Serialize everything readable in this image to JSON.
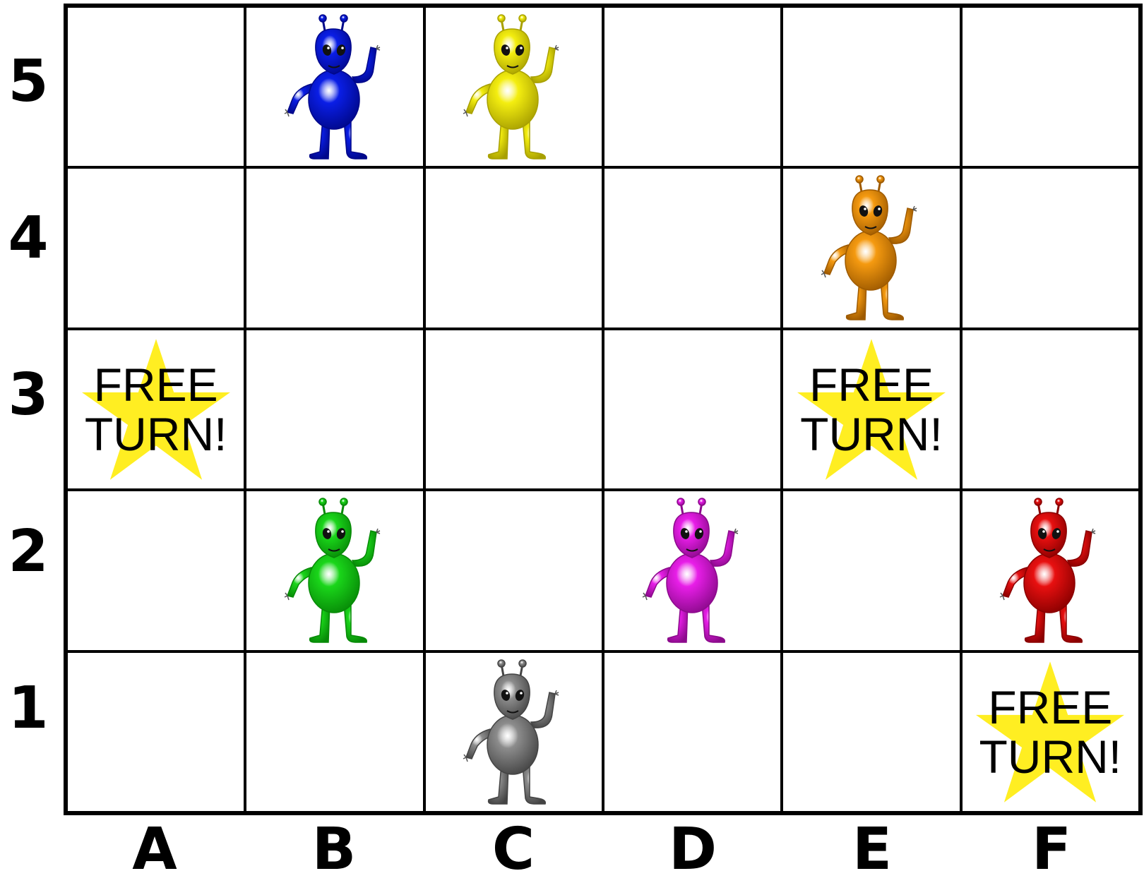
{
  "rows": [
    "5",
    "4",
    "3",
    "2",
    "1"
  ],
  "columns": [
    "A",
    "B",
    "C",
    "D",
    "E",
    "F"
  ],
  "free_turn": {
    "line1": "FREE",
    "line2": "TURN!"
  },
  "star_color": "#ffee22",
  "free_turn_cells": [
    "A3",
    "E3",
    "F1"
  ],
  "aliens": [
    {
      "cell": "B5",
      "color": "blue",
      "hex": "#0a1ee6",
      "dark": "#00088a"
    },
    {
      "cell": "C5",
      "color": "yellow",
      "hex": "#f4ee10",
      "dark": "#a8a000"
    },
    {
      "cell": "E4",
      "color": "orange",
      "hex": "#f59a10",
      "dark": "#9e5a00"
    },
    {
      "cell": "B2",
      "color": "green",
      "hex": "#1ad61a",
      "dark": "#078a07"
    },
    {
      "cell": "D2",
      "color": "magenta",
      "hex": "#e81ee8",
      "dark": "#8c0a8c"
    },
    {
      "cell": "F2",
      "color": "red",
      "hex": "#e81010",
      "dark": "#8a0000"
    },
    {
      "cell": "C1",
      "color": "gray",
      "hex": "#8c8c8c",
      "dark": "#444444"
    }
  ]
}
